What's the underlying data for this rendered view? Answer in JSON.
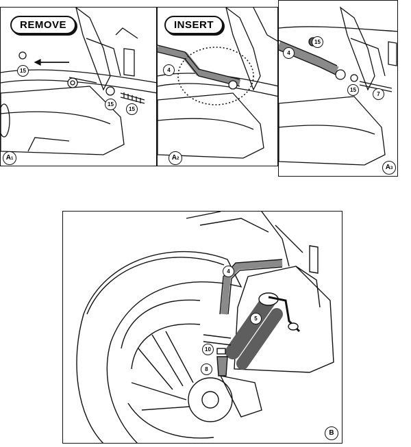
{
  "panels": {
    "a1": {
      "action": "REMOVE",
      "id": "A",
      "sub": "1",
      "callouts": [
        "15",
        "15",
        "15"
      ]
    },
    "a2": {
      "action": "INSERT",
      "id": "A",
      "sub": "2",
      "callouts": [
        "4"
      ]
    },
    "a3": {
      "id": "A",
      "sub": "3",
      "callouts": [
        "15",
        "4",
        "15",
        "7"
      ]
    },
    "b": {
      "id": "B",
      "callouts": [
        "4",
        "5",
        "10",
        "8"
      ]
    }
  },
  "colors": {
    "line": "#111111",
    "gray": "#8a8a8a",
    "dark_gray": "#5e5e5e",
    "background": "#ffffff"
  }
}
